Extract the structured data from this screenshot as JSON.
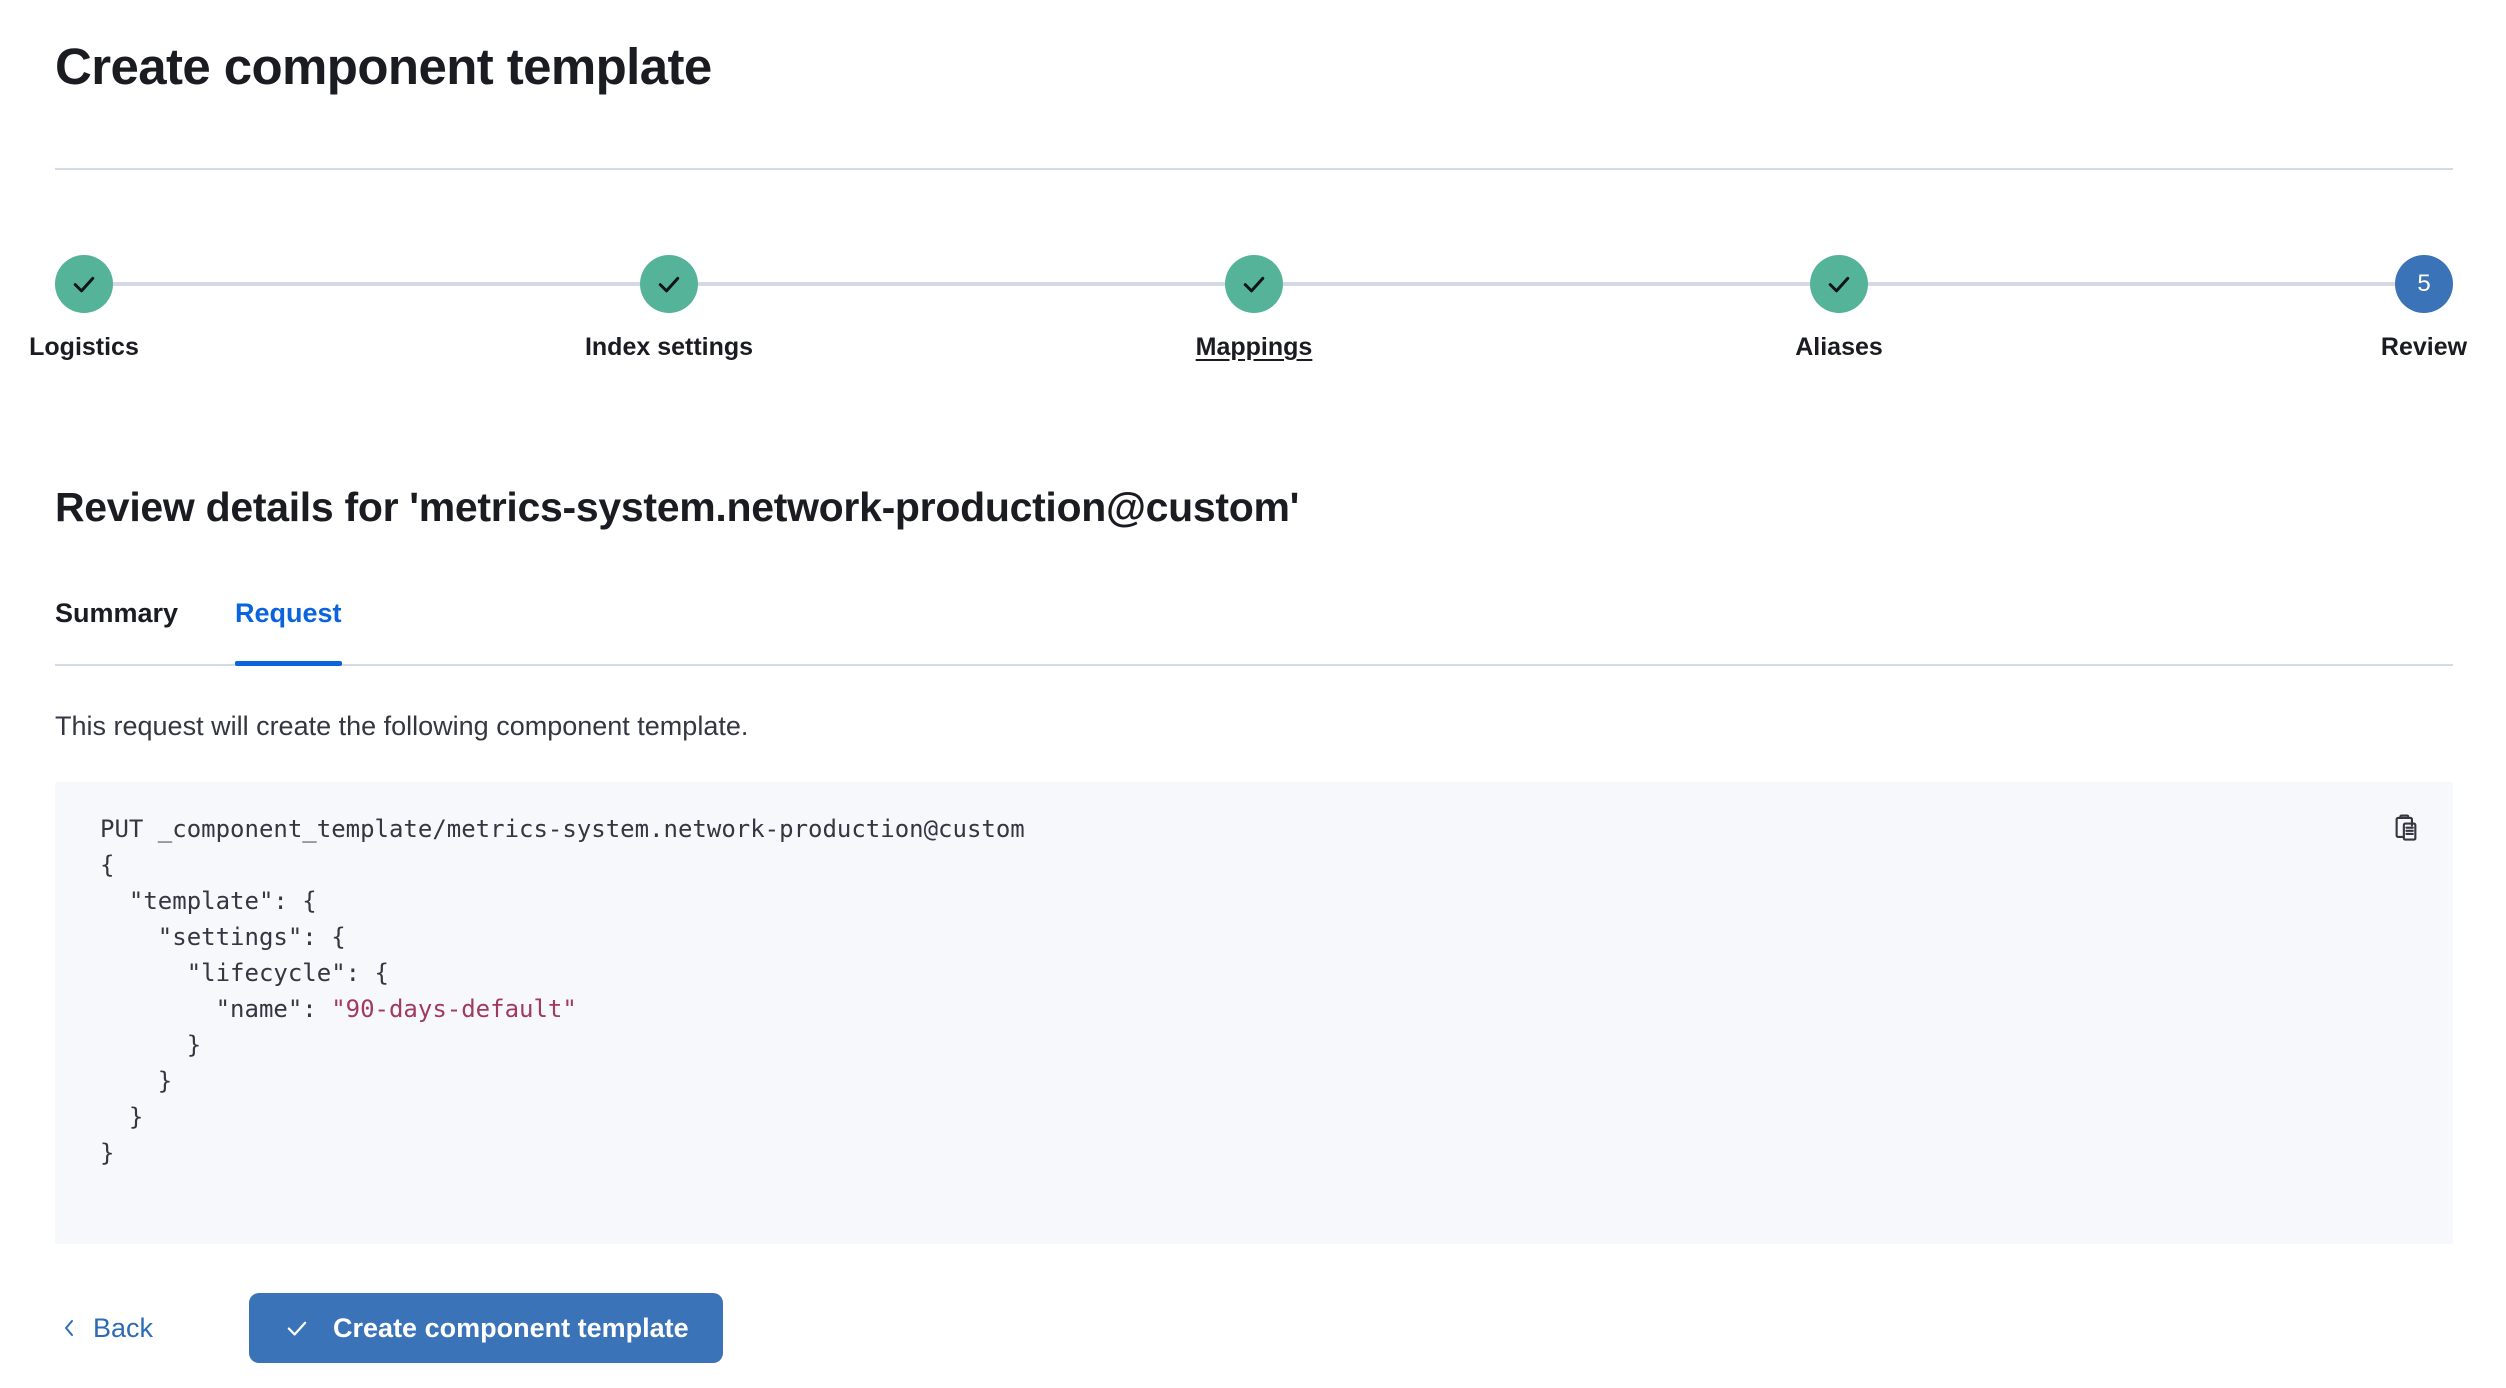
{
  "page": {
    "title": "Create component template"
  },
  "stepper": {
    "steps": [
      {
        "label": "Logistics",
        "state": "complete",
        "icon": "check-icon"
      },
      {
        "label": "Index settings",
        "state": "complete",
        "icon": "check-icon"
      },
      {
        "label": "Mappings",
        "state": "complete",
        "icon": "check-icon",
        "underlined": true
      },
      {
        "label": "Aliases",
        "state": "complete",
        "icon": "check-icon"
      },
      {
        "label": "Review",
        "state": "current",
        "number": "5"
      }
    ]
  },
  "review": {
    "heading": "Review details for 'metrics-system.network-production@custom'",
    "tabs": [
      {
        "label": "Summary",
        "active": false
      },
      {
        "label": "Request",
        "active": true
      }
    ],
    "description": "This request will create the following component template."
  },
  "code": {
    "request_line": "PUT _component_template/metrics-system.network-production@custom",
    "body_before_string": "{\n  \"template\": {\n    \"settings\": {\n      \"lifecycle\": {\n        \"name\": ",
    "string_value": "\"90-days-default\"",
    "body_after_string": "\n      }\n    }\n  }\n}",
    "copy_icon": "copy-clipboard-icon",
    "copy_label": "Copy to clipboard"
  },
  "footer": {
    "back_label": "Back",
    "back_icon": "chevron-left-icon",
    "create_label": "Create component template",
    "create_icon": "check-icon"
  },
  "colors": {
    "accent_blue": "#3b73b9",
    "link_blue": "#2d6cb5",
    "tab_active_blue": "#0b64dd",
    "step_complete_teal": "#54b399",
    "divider": "#d3dae6",
    "code_bg": "#f7f8fc",
    "code_string": "#a13b5d",
    "text_primary": "#1a1c21"
  }
}
